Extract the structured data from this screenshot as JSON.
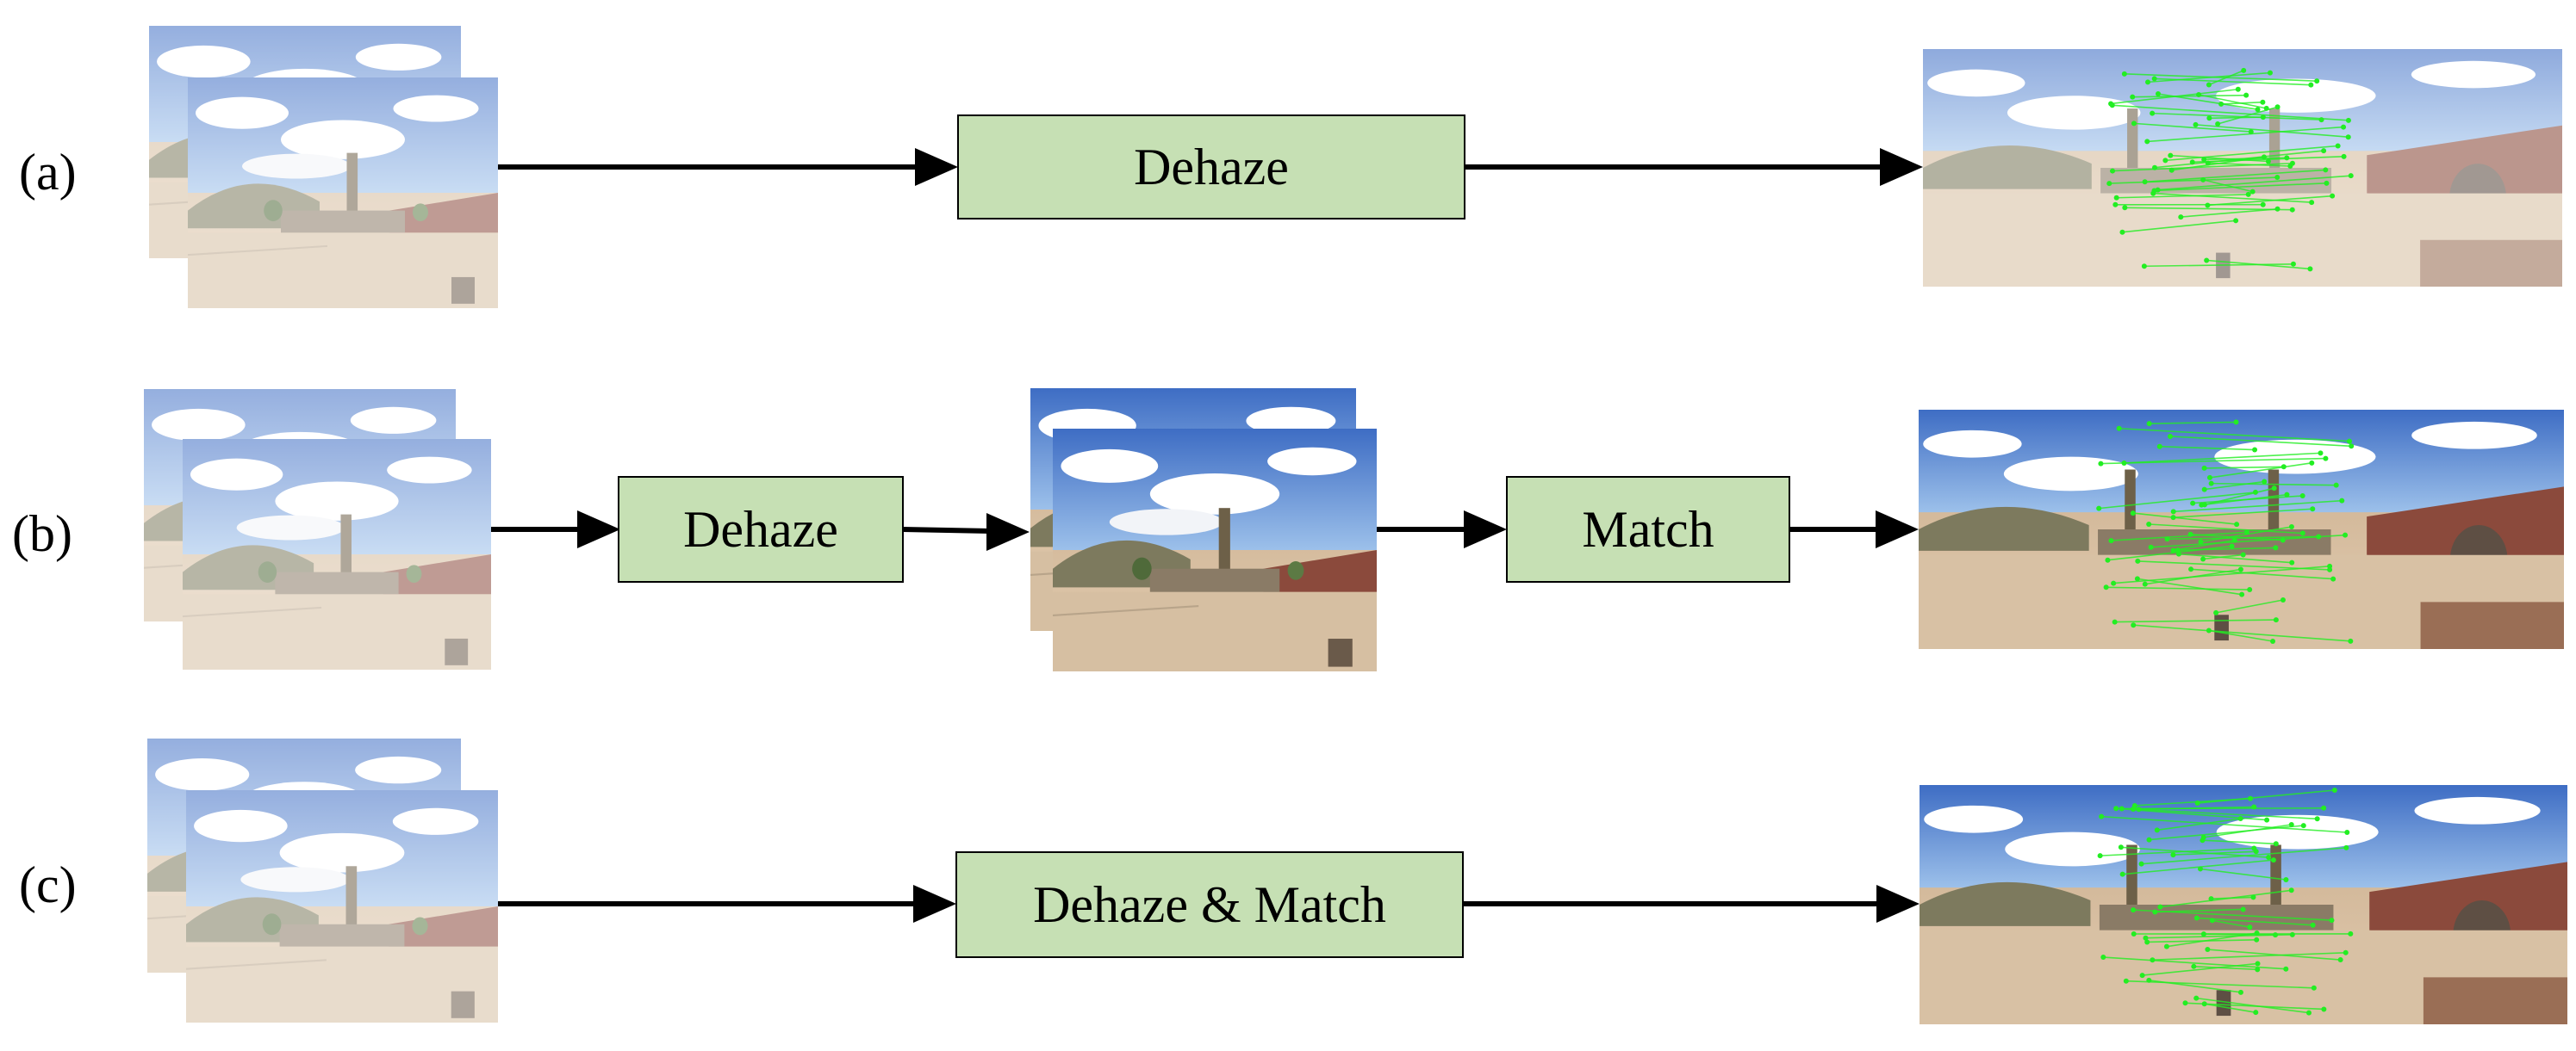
{
  "rows": [
    {
      "label": "(a)",
      "steps": [
        "Dehaze"
      ]
    },
    {
      "label": "(b)",
      "steps": [
        "Dehaze",
        "Match"
      ]
    },
    {
      "label": "(c)",
      "steps": [
        "Dehaze & Match"
      ]
    }
  ],
  "colors": {
    "box_fill": "#c6e0b4",
    "box_stroke": "#000000",
    "match_lines": "#22ee22",
    "sky": "#4f79c9",
    "ground": "#d9c3a6"
  },
  "images": {
    "input_pair": "hazy-desert-scene-pair",
    "dehazed_pair": "clear-desert-scene-pair",
    "hazy_match_result": "hazy-panorama-with-green-correspondences",
    "clear_match_result": "clear-panorama-with-green-correspondences"
  }
}
